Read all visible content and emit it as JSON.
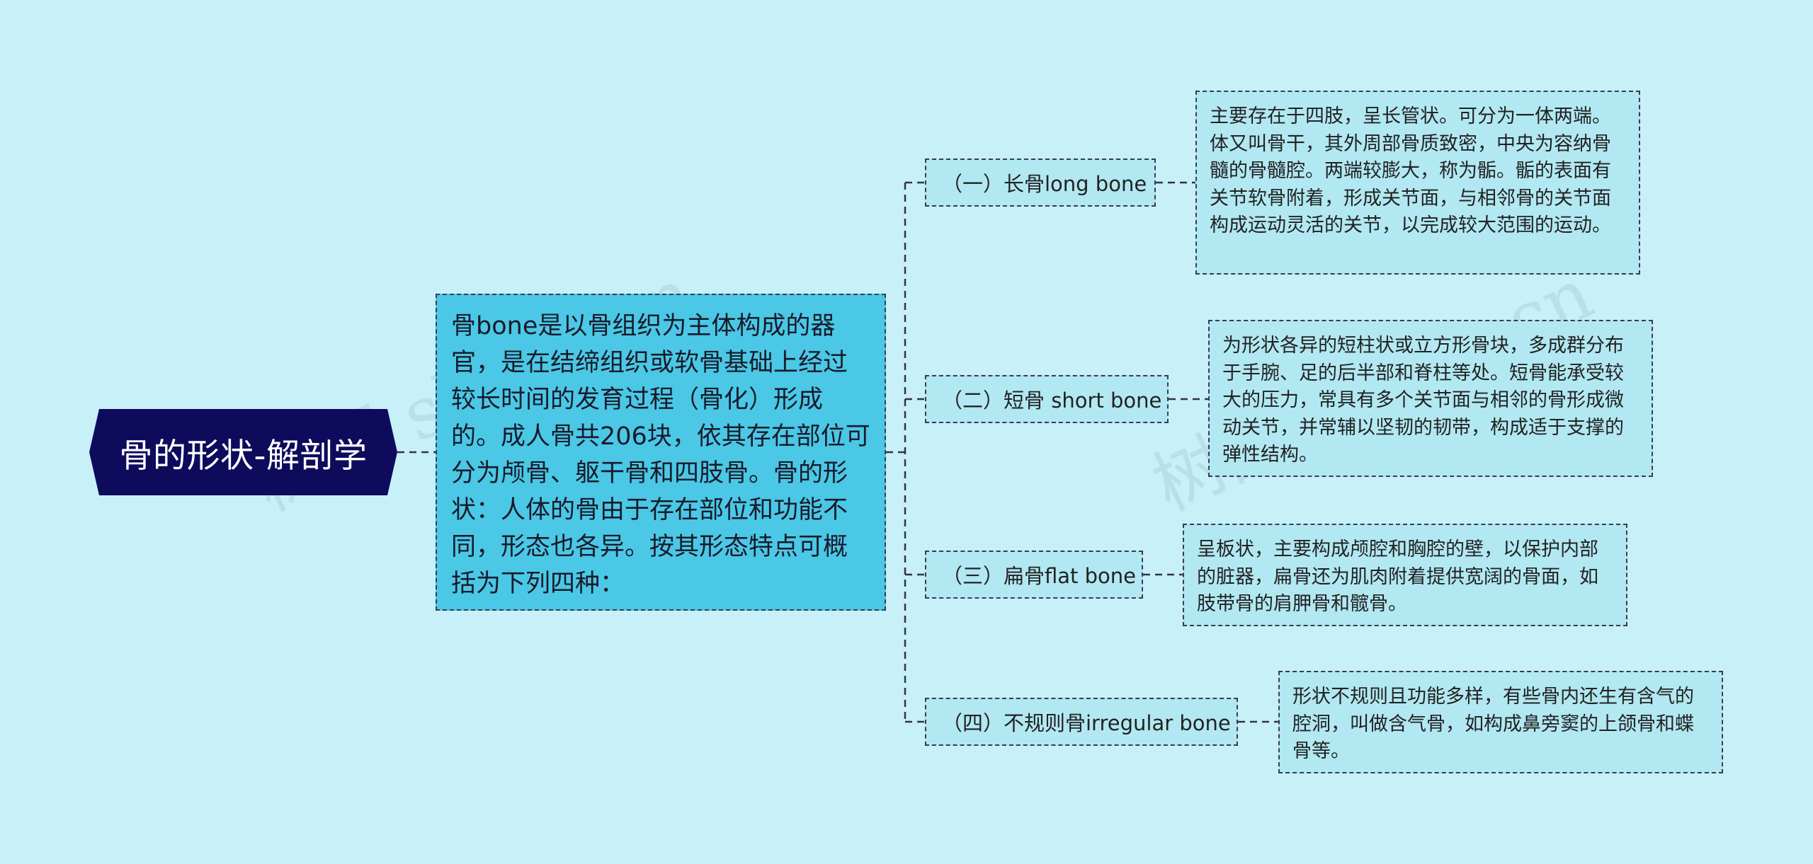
{
  "root": {
    "label": "骨的形状-解剖学"
  },
  "center": {
    "text": "骨bone是以骨组织为主体构成的器官，是在结缔组织或软骨基础上经过较长时间的发育过程（骨化）形成的。成人骨共206块，依其存在部位可分为颅骨、躯干骨和四肢骨。骨的形状：人体的骨由于存在部位和功能不同，形态也各异。按其形态特点可概括为下列四种："
  },
  "branches": [
    {
      "label": "（一）长骨long bone",
      "detail": "主要存在于四肢，呈长管状。可分为一体两端。体又叫骨干，其外周部骨质致密，中央为容纳骨髓的骨髓腔。两端较膨大，称为骺。骺的表面有关节软骨附着，形成关节面，与相邻骨的关节面构成运动灵活的关节，以完成较大范围的运动。"
    },
    {
      "label": "（二）短骨 short bone",
      "detail": "为形状各异的短柱状或立方形骨块，多成群分布于手腕、足的后半部和脊柱等处。短骨能承受较大的压力，常具有多个关节面与相邻的骨形成微动关节，并常辅以坚韧的韧带，构成适于支撑的弹性结构。"
    },
    {
      "label": "（三）扁骨flat bone",
      "detail": "呈板状，主要构成颅腔和胸腔的壁，以保护内部的脏器，扁骨还为肌肉附着提供宽阔的骨面，如肢带骨的肩胛骨和髋骨。"
    },
    {
      "label": "（四）不规则骨irregular bone",
      "detail": "形状不规则且功能多样，有些骨内还生有含气的腔洞，叫做含气骨，如构成鼻旁窦的上颌骨和蝶骨等。"
    }
  ],
  "watermarks": [
    "树图 shutu.cn",
    "树图 shutu.cn"
  ]
}
